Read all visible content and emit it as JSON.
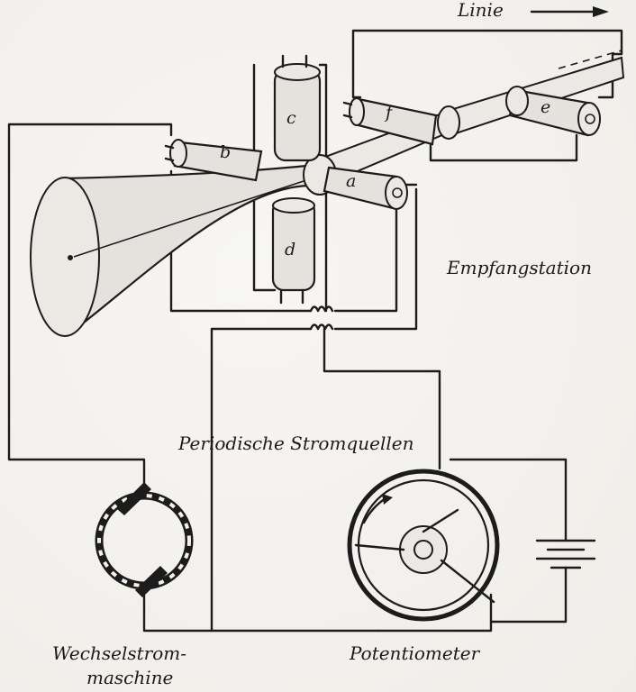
{
  "labels": {
    "line": "Linie",
    "receiving_station": "Empfangstation",
    "periodic_sources": "Periodische Stromquellen",
    "alternator_line1": "Wechselstrom-",
    "alternator_line2": "maschine",
    "potentiometer": "Potentiometer"
  },
  "tube_letters": {
    "a": "a",
    "b": "b",
    "c": "c",
    "d": "d",
    "e": "e",
    "f": "f"
  },
  "icons": {
    "direction_arrow": "right-arrow",
    "rotation_arrow": "curved-arrow"
  },
  "colors": {
    "ink": "#1c1c1c",
    "paper": "#f4f2ee"
  }
}
